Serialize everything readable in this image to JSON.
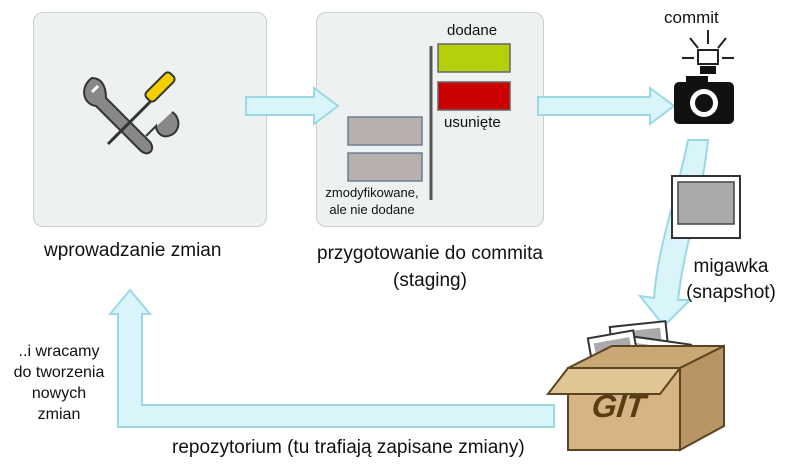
{
  "diagram": {
    "stages": {
      "work": {
        "label": "wprowadzanie zmian"
      },
      "staging": {
        "label_line1": "przygotowanie do commita",
        "label_line2": "(staging)",
        "added_label": "dodane",
        "removed_label": "usunięte",
        "modified_line1": "zmodyfikowane,",
        "modified_line2": "ale nie dodane"
      },
      "commit": {
        "label": "commit"
      },
      "snapshot": {
        "label_line1": "migawka",
        "label_line2": "(snapshot)"
      },
      "repo": {
        "label": "repozytorium (tu trafiają zapisane zmiany)",
        "box_text": "GIT"
      }
    },
    "return_note": {
      "line1": "..i wracamy",
      "line2": "do tworzenia",
      "line3": "nowych",
      "line4": "zmian"
    },
    "colors": {
      "panel": "#eef1f1",
      "added": "#b5d00a",
      "removed": "#cc0000",
      "modified": "#b8b0ad",
      "arrow_fill": "#d9f5f9",
      "arrow_stroke": "#9ad8e6"
    }
  }
}
